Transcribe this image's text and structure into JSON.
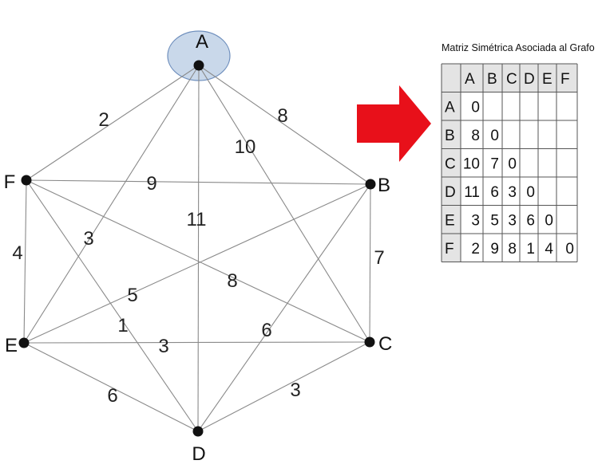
{
  "colors": {
    "highlight_fill": "#c9d8ea",
    "highlight_stroke": "#6f8fbd",
    "arrow": "#e8101a",
    "matrix_header_bg": "#e4e4e4",
    "matrix_border": "#555555"
  },
  "graph": {
    "highlighted_node": "A",
    "nodes": [
      {
        "id": "A",
        "label": "A"
      },
      {
        "id": "B",
        "label": "B"
      },
      {
        "id": "C",
        "label": "C"
      },
      {
        "id": "D",
        "label": "D"
      },
      {
        "id": "E",
        "label": "E"
      },
      {
        "id": "F",
        "label": "F"
      }
    ],
    "edges": [
      {
        "from": "A",
        "to": "F",
        "weight": "2"
      },
      {
        "from": "A",
        "to": "B",
        "weight": "8"
      },
      {
        "from": "A",
        "to": "C",
        "weight": "10"
      },
      {
        "from": "A",
        "to": "D",
        "weight": "11"
      },
      {
        "from": "A",
        "to": "E",
        "weight": "3"
      },
      {
        "from": "F",
        "to": "B",
        "weight": "9"
      },
      {
        "from": "F",
        "to": "E",
        "weight": "4"
      },
      {
        "from": "F",
        "to": "C",
        "weight": "8"
      },
      {
        "from": "F",
        "to": "D",
        "weight": "1"
      },
      {
        "from": "B",
        "to": "C",
        "weight": "7"
      },
      {
        "from": "B",
        "to": "E",
        "weight": "5"
      },
      {
        "from": "B",
        "to": "D",
        "weight": "6"
      },
      {
        "from": "E",
        "to": "C",
        "weight": "3"
      },
      {
        "from": "E",
        "to": "D",
        "weight": "6"
      },
      {
        "from": "C",
        "to": "D",
        "weight": "3"
      }
    ]
  },
  "matrix": {
    "title": "Matriz Simétrica Asociada al Grafo",
    "headers": [
      "A",
      "B",
      "C",
      "D",
      "E",
      "F"
    ],
    "rows": [
      {
        "label": "A",
        "cells": [
          "0",
          "",
          "",
          "",
          "",
          ""
        ]
      },
      {
        "label": "B",
        "cells": [
          "8",
          "0",
          "",
          "",
          "",
          ""
        ]
      },
      {
        "label": "C",
        "cells": [
          "10",
          "7",
          "0",
          "",
          "",
          ""
        ]
      },
      {
        "label": "D",
        "cells": [
          "11",
          "6",
          "3",
          "0",
          "",
          ""
        ]
      },
      {
        "label": "E",
        "cells": [
          "3",
          "5",
          "3",
          "6",
          "0",
          ""
        ]
      },
      {
        "label": "F",
        "cells": [
          "2",
          "9",
          "8",
          "1",
          "4",
          "0"
        ]
      }
    ]
  }
}
